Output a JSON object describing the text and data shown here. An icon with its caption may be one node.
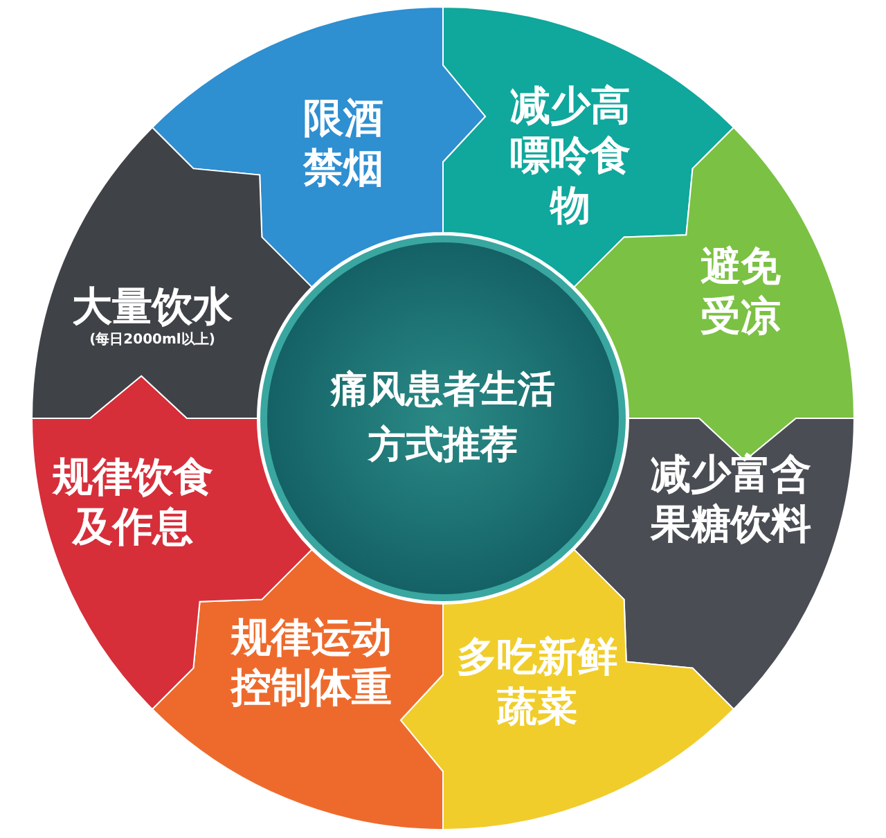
{
  "diagram": {
    "nodes": [
      {
        "text": [
          "痛风患者生活方式推荐"
        ]
      },
      {
        "text": [
          "限酒禁烟"
        ]
      },
      {
        "text": [
          "减少高嘌呤食物"
        ]
      },
      {
        "text": [
          "避免受凉"
        ]
      },
      {
        "text": [
          "减少富含果糖饮料"
        ]
      },
      {
        "text": [
          "多吃新鲜蔬菜"
        ]
      },
      {
        "text": [
          "规律运动控制体重"
        ]
      },
      {
        "text": [
          "规律饮食及作息"
        ]
      },
      {
        "text": [
          "大量饮水",
          "(每日2000ml以上)"
        ]
      }
    ]
  }
}
